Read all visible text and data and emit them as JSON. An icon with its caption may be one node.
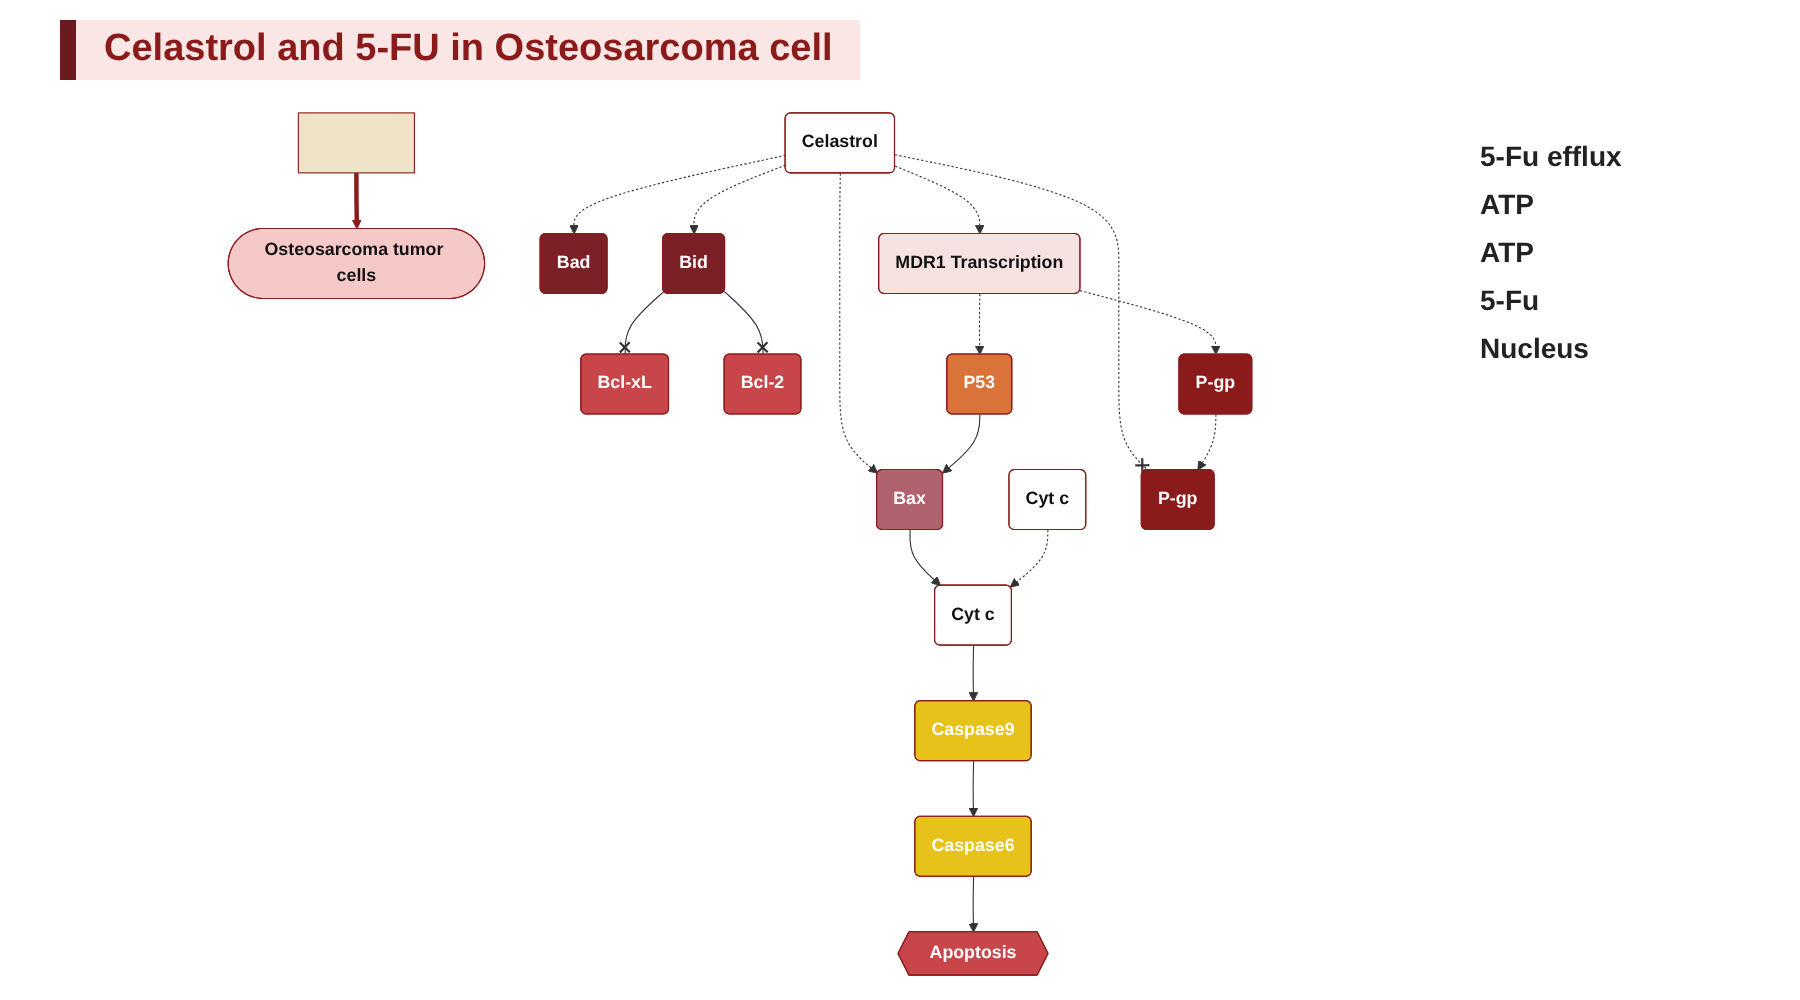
{
  "diagram": {
    "title": "Celastrol and 5-FU in Osteosarcoma cell",
    "nodes": [
      {
        "text": [],
        "shape": "box"
      },
      {
        "text": [
          "Osteosarcoma tumor cells"
        ]
      },
      {
        "text": [
          "Celastrol"
        ]
      },
      {
        "text": [
          "Bad"
        ]
      },
      {
        "text": [
          "Bid"
        ]
      },
      {
        "text": [
          "Bcl-xL"
        ]
      },
      {
        "text": [
          "Bcl-2"
        ]
      },
      {
        "text": [
          "Bax"
        ]
      },
      {
        "text": [
          "Cyt c"
        ]
      },
      {
        "text": [
          "Cyt c"
        ]
      },
      {
        "text": [
          "Caspase9"
        ]
      },
      {
        "text": [
          "Caspase6"
        ]
      },
      {
        "text": [
          "Apoptosis"
        ]
      },
      {
        "text": [
          "P-gp"
        ]
      },
      {
        "text": [
          "P53"
        ]
      },
      {
        "text": [
          "P-gp"
        ]
      },
      {
        "text": [
          "MDR1 Transcription"
        ]
      }
    ],
    "edges": [
      {
        "from": 0,
        "to": 1,
        "arrow": "to",
        "style": "thick",
        "color": "#8b1a1a"
      },
      {
        "from": 2,
        "to": 3,
        "arrow": "to",
        "style": "dashed"
      },
      {
        "from": 2,
        "to": 4,
        "arrow": "to",
        "style": "dashed"
      },
      {
        "from": 2,
        "to": 7,
        "arrow": "to",
        "style": "dashed"
      },
      {
        "from": 2,
        "to": 13,
        "arrow": "other",
        "style": "dashed"
      },
      {
        "from": 2,
        "to": 16,
        "arrow": "to",
        "style": "dashed"
      },
      {
        "from": 4,
        "to": 5,
        "arrow": "other"
      },
      {
        "from": 4,
        "to": 6,
        "arrow": "other"
      },
      {
        "from": 7,
        "to": 9,
        "arrow": "to"
      },
      {
        "from": 8,
        "to": 9,
        "arrow": "to",
        "style": "dashed"
      },
      {
        "from": 9,
        "to": 10,
        "arrow": "to"
      },
      {
        "from": 10,
        "to": 11,
        "arrow": "to"
      },
      {
        "from": 11,
        "to": 12,
        "arrow": "to"
      },
      {
        "from": 14,
        "to": 7,
        "arrow": "to"
      },
      {
        "from": 16,
        "to": 14,
        "arrow": "to",
        "style": "dashed"
      },
      {
        "from": 16,
        "to": 15,
        "arrow": "to",
        "style": "dashed"
      },
      {
        "from": 15,
        "to": 13,
        "arrow": "to",
        "style": "dashed"
      }
    ],
    "labels": [
      "5-Fu efflux",
      "ATP",
      "ATP",
      "5-Fu",
      "Nucleus"
    ]
  }
}
